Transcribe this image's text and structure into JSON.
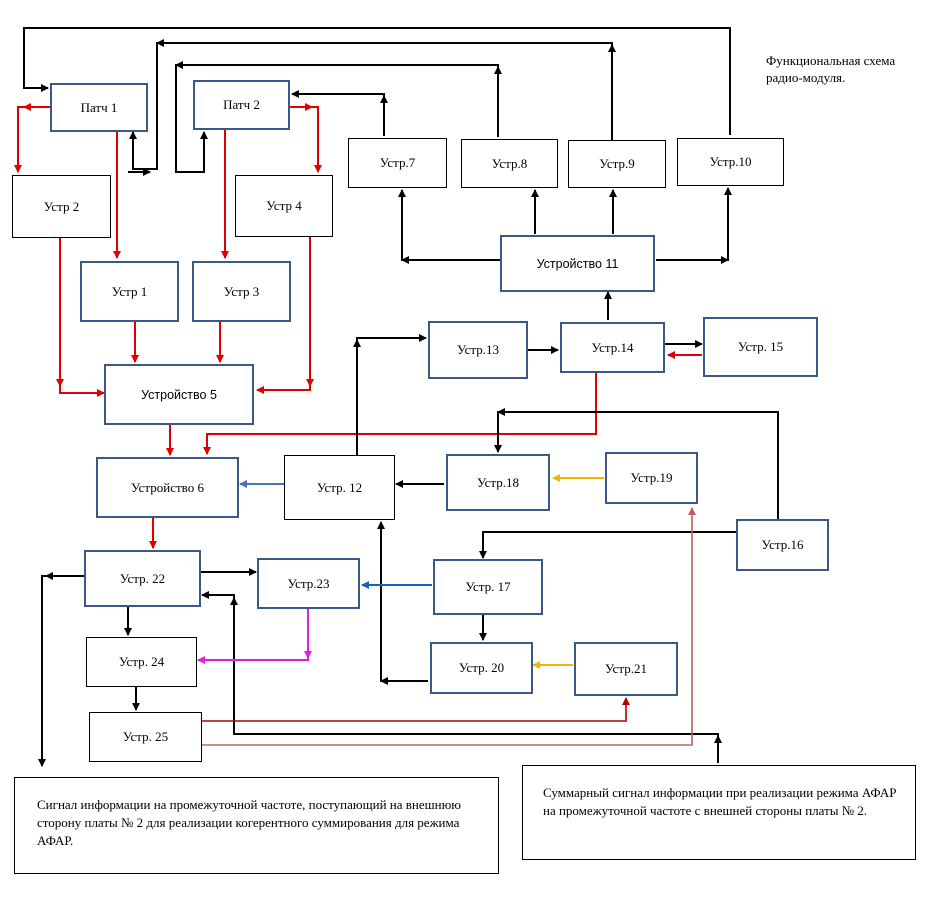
{
  "diagram": {
    "title": "Функциональная схема радио-модуля.",
    "colors": {
      "black": "#000000",
      "red": "#e00000",
      "blue": "#4a72b8",
      "cyan_blue": "#1565c0",
      "orange": "#f2b400",
      "magenta": "#e020d8",
      "brown_red": "#c06060",
      "dark_red": "#b00000"
    },
    "blocks": {
      "patch1": "Патч 1",
      "patch2": "Патч 2",
      "dev1": "Устр 1",
      "dev2": "Устр 2",
      "dev3": "Устр 3",
      "dev4": "Устр 4",
      "dev5": "Устройство 5",
      "dev6": "Устройство 6",
      "dev7": "Устр.7",
      "dev8": "Устр.8",
      "dev9": "Устр.9",
      "dev10": "Устр.10",
      "dev11": "Устройство 11",
      "dev12": "Устр. 12",
      "dev13": "Устр.13",
      "dev14": "Устр.14",
      "dev15": "Устр. 15",
      "dev16": "Устр.16",
      "dev17": "Устр. 17",
      "dev18": "Устр.18",
      "dev19": "Устр.19",
      "dev20": "Устр. 20",
      "dev21": "Устр.21",
      "dev22": "Устр. 22",
      "dev23": "Устр.23",
      "dev24": "Устр. 24",
      "dev25": "Устр. 25"
    },
    "notes": {
      "left": "Сигнал информации на промежуточной частоте, поступающий на внешнюю сторону платы № 2 для реализации когерентного суммирования для режима АФАР.",
      "right": "Суммарный сигнал информации при реализации режима АФАР на промежуточной частоте с внешней стороны платы № 2."
    }
  }
}
